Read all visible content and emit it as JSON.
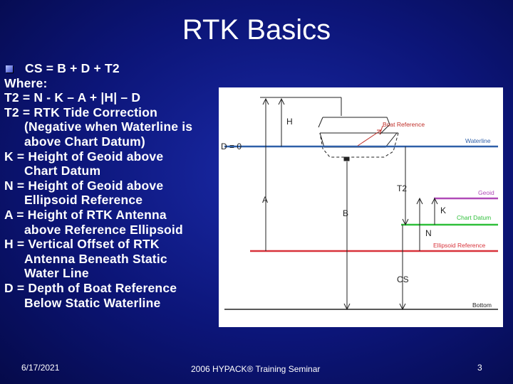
{
  "slide": {
    "title": "RTK Basics",
    "lines": [
      "CS = B + D + T2",
      "Where:",
      "T2 = N - K – A + |H| – D",
      "T2 = RTK Tide Correction",
      "(Negative when Waterline is",
      "above Chart Datum)",
      "K = Height of Geoid above",
      "Chart Datum",
      "N = Height of Geoid above",
      "Ellipsoid Reference",
      "A = Height of RTK Antenna",
      "above Reference Ellipsoid",
      "H = Vertical Offset of RTK",
      "Antenna Beneath Static",
      "Water Line",
      "D = Depth of Boat Reference",
      "Below Static Waterline"
    ]
  },
  "diagram": {
    "labels": {
      "h": "H",
      "d0": "D = 0",
      "a": "A",
      "t2": "T2",
      "b": "B",
      "k": "K",
      "n": "N",
      "cs": "CS",
      "boat_reference": "Boat Reference",
      "waterline": "Waterline",
      "geoid": "Geoid",
      "chart_datum": "Chart Datum",
      "ellipsoid_reference": "Ellipsoid Reference",
      "bottom": "Bottom"
    },
    "colors": {
      "waterline": "#2e5fa8",
      "geoid": "#b04ab8",
      "chart_datum": "#2fbf3a",
      "ellipsoid_reference": "#d8323a",
      "boat_reference": "#c0302a",
      "lines": "#222222"
    }
  },
  "footer": {
    "date": "6/17/2021",
    "center": "2006 HYPACK® Training Seminar",
    "page": "3"
  }
}
